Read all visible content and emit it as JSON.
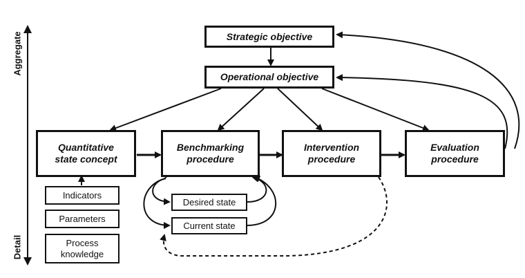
{
  "axis": {
    "top_label": "Aggregate",
    "bottom_label": "Detail"
  },
  "boxes": {
    "strategic": "Strategic objective",
    "operational": "Operational objective",
    "quantitative": "Quantitative state concept",
    "benchmarking": "Benchmarking procedure",
    "intervention": "Intervention procedure",
    "evaluation": "Evaluation procedure",
    "indicators": "Indicators",
    "parameters": "Parameters",
    "process_knowledge": "Process knowledge",
    "desired_state": "Desired state",
    "current_state": "Current state"
  }
}
